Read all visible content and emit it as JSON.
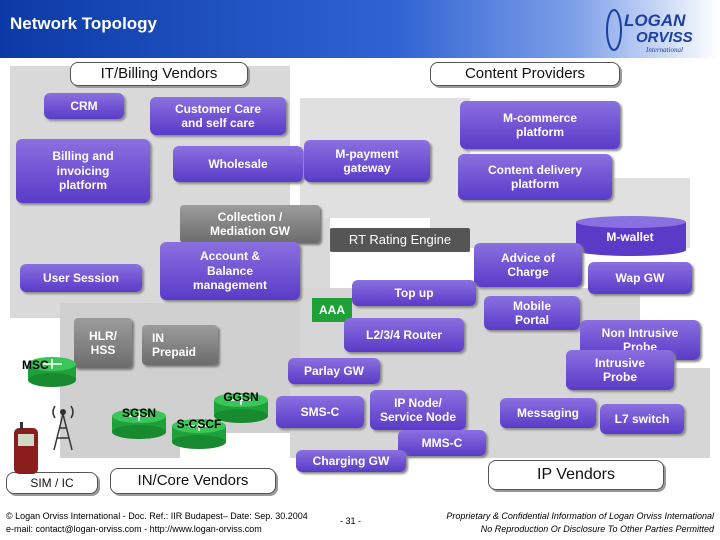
{
  "header": {
    "title": "Network Topology",
    "logo_text_lines": [
      "LOGAN",
      "ORVISS",
      "International"
    ]
  },
  "colors": {
    "header_blue": "#0b3aa6",
    "purple": "#5a3bc8",
    "gray_zone": "#d9d9d9",
    "green": "#1fa13a"
  },
  "titles": {
    "it_billing": "IT/Billing Vendors",
    "content_providers": "Content Providers",
    "in_core": "IN/Core Vendors",
    "ip_vendors": "IP Vendors",
    "sim_ic": "SIM / IC"
  },
  "nodes": {
    "crm": "CRM",
    "customer_care": "Customer Care\nand self care",
    "billing": "Billing and\ninvoicing\nplatform",
    "wholesale": "Wholesale",
    "m_payment": "M-payment\ngateway",
    "m_commerce": "M-commerce\nplatform",
    "content_delivery": "Content delivery\nplatform",
    "collection": "Collection /\nMediation GW",
    "rt_rating": "RT Rating Engine",
    "m_wallet": "M-wallet",
    "account_balance": "Account &\nBalance\nmanagement",
    "user_session": "User Session",
    "advice_charge": "Advice of\nCharge",
    "wap_gw": "Wap GW",
    "top_up": "Top up",
    "aaa": "AAA",
    "mobile_portal": "Mobile\nPortal",
    "hlr_hss": "HLR/\nHSS",
    "in_prepaid": "IN\nPrepaid",
    "l234_router": "L2/3/4 Router",
    "non_intrusive": "Non Intrusive\nProbe",
    "intrusive": "Intrusive\nProbe",
    "msc": "MSC",
    "parlay_gw": "Parlay GW",
    "ggsn": "GGSN",
    "sgsn": "SGSN",
    "s_cscf": "S-CSCF",
    "sms_c": "SMS-C",
    "ip_node": "IP Node/\nService Node",
    "messaging": "Messaging",
    "l7_switch": "L7 switch",
    "mms_c": "MMS-C",
    "charging_gw": "Charging GW"
  },
  "footer": {
    "left_line1": "© Logan Orviss International - Doc. Ref.: IIR Budapest– Date: Sep. 30.2004",
    "left_line2": "e-mail: contact@logan-orviss.com - http://www.logan-orviss.com",
    "page": "- 31 -",
    "right_line1": "Proprietary & Confidential Information of Logan Orviss International",
    "right_line2": "No Reproduction Or Disclosure To Other Parties Permitted"
  }
}
